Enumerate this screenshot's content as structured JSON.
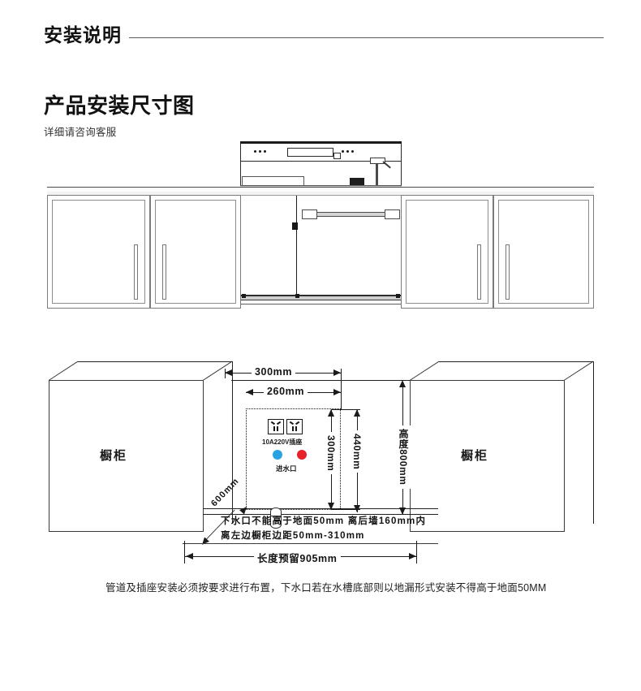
{
  "header": {
    "title": "安装说明"
  },
  "section": {
    "heading": "产品安装尺寸图",
    "subheading": "详细请咨询客服"
  },
  "elevation": {
    "alt": "厨房立面图"
  },
  "plan": {
    "cabinet_left_label": "橱柜",
    "cabinet_right_label": "橱柜",
    "socket_caption": "10A220V插座",
    "water_inlet_caption": "进水口",
    "inlet_cold_color": "#29a3e0",
    "inlet_hot_color": "#e8202a",
    "dimensions": {
      "width_outer": "300mm",
      "width_inner": "260mm",
      "height_inner": "300mm",
      "height_outer": "440mm",
      "cabinet_height": "高度800mm",
      "depth": "600mm",
      "length_reserve": "长度预留905mm"
    },
    "notes": {
      "line1": "下水口不能高于地面50mm 离后墙160mm内",
      "line2": "离左边橱柜边距50mm-310mm"
    }
  },
  "footer": {
    "note": "管道及插座安装必须按要求进行布置，下水口若在水槽底部则以地漏形式安装不得高于地面50MM"
  }
}
